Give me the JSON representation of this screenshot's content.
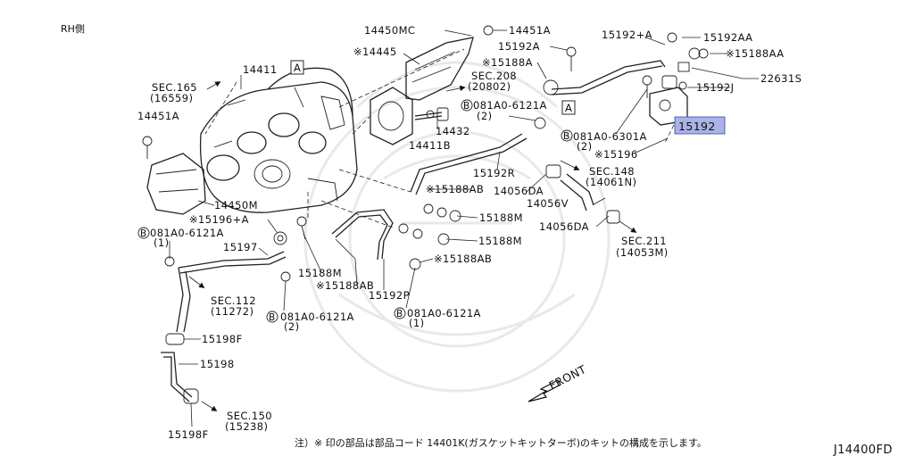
{
  "corner_label": "RH側",
  "diagram_code": "J14400FD",
  "footnote": "注）※ 印の部品は部品コード 14401K(ガスケットキットターボ)のキットの構成を示します。",
  "front_label": "FRONT",
  "highlight_color": "#aab2e8",
  "callouts": {
    "p14450MC": "14450MC",
    "p14451A_top": "14451A",
    "p15192pA": "15192+A",
    "p15192AA": "15192AA",
    "p15192A": "15192A",
    "p14445": "※14445",
    "p15188A": "※15188A",
    "p15188AA": "※15188AA",
    "p22631S": "22631S",
    "p15192J": "15192J",
    "p14411": "14411",
    "sec208": "SEC.208",
    "sec208_sub": "(20802)",
    "sec165": "SEC.165",
    "sec165_sub": "(16559)",
    "bolt_081A0_6121A_top": "081A0-6121A",
    "bolt_081A0_6121A_top_qty": "(2)",
    "p14432": "14432",
    "p15192_hl": "15192",
    "p14451A_left": "14451A",
    "p14411B": "14411B",
    "bolt_081A0_6301A": "081A0-6301A",
    "bolt_081A0_6301A_qty": "(2)",
    "p15196_right": "※15196",
    "p15192R": "15192R",
    "sec148": "SEC.148",
    "sec148_sub": "(14061N)",
    "p15188AB_mid": "※15188AB",
    "p14056DA_top": "14056DA",
    "p14056V": "14056V",
    "p14450M": "14450M",
    "p15188M_right": "15188M",
    "p15196pA": "※15196+A",
    "p14056DA_bot": "14056DA",
    "sec211": "SEC.211",
    "sec211_sub": "(14053M)",
    "bolt_081A0_6121A_left": "081A0-6121A",
    "bolt_081A0_6121A_left_qty": "(1)",
    "p15188M_r2": "15188M",
    "p15197": "15197",
    "p15188AB_right": "※15188AB",
    "p15188M_center": "15188M",
    "p15188AB_center": "※15188AB",
    "sec112": "SEC.112",
    "sec112_sub": "(11272)",
    "p15192P": "15192P",
    "bolt_081A0_6121A_bc": "081A0-6121A",
    "bolt_081A0_6121A_bc_qty": "(2)",
    "bolt_081A0_6121A_br": "081A0-6121A",
    "bolt_081A0_6121A_br_qty": "(1)",
    "p15198F_top": "15198F",
    "p15198": "15198",
    "sec150": "SEC.150",
    "sec150_sub": "(15238)",
    "p15198F_bot": "15198F",
    "ref_A": "A",
    "ref_B_letter": "B"
  }
}
